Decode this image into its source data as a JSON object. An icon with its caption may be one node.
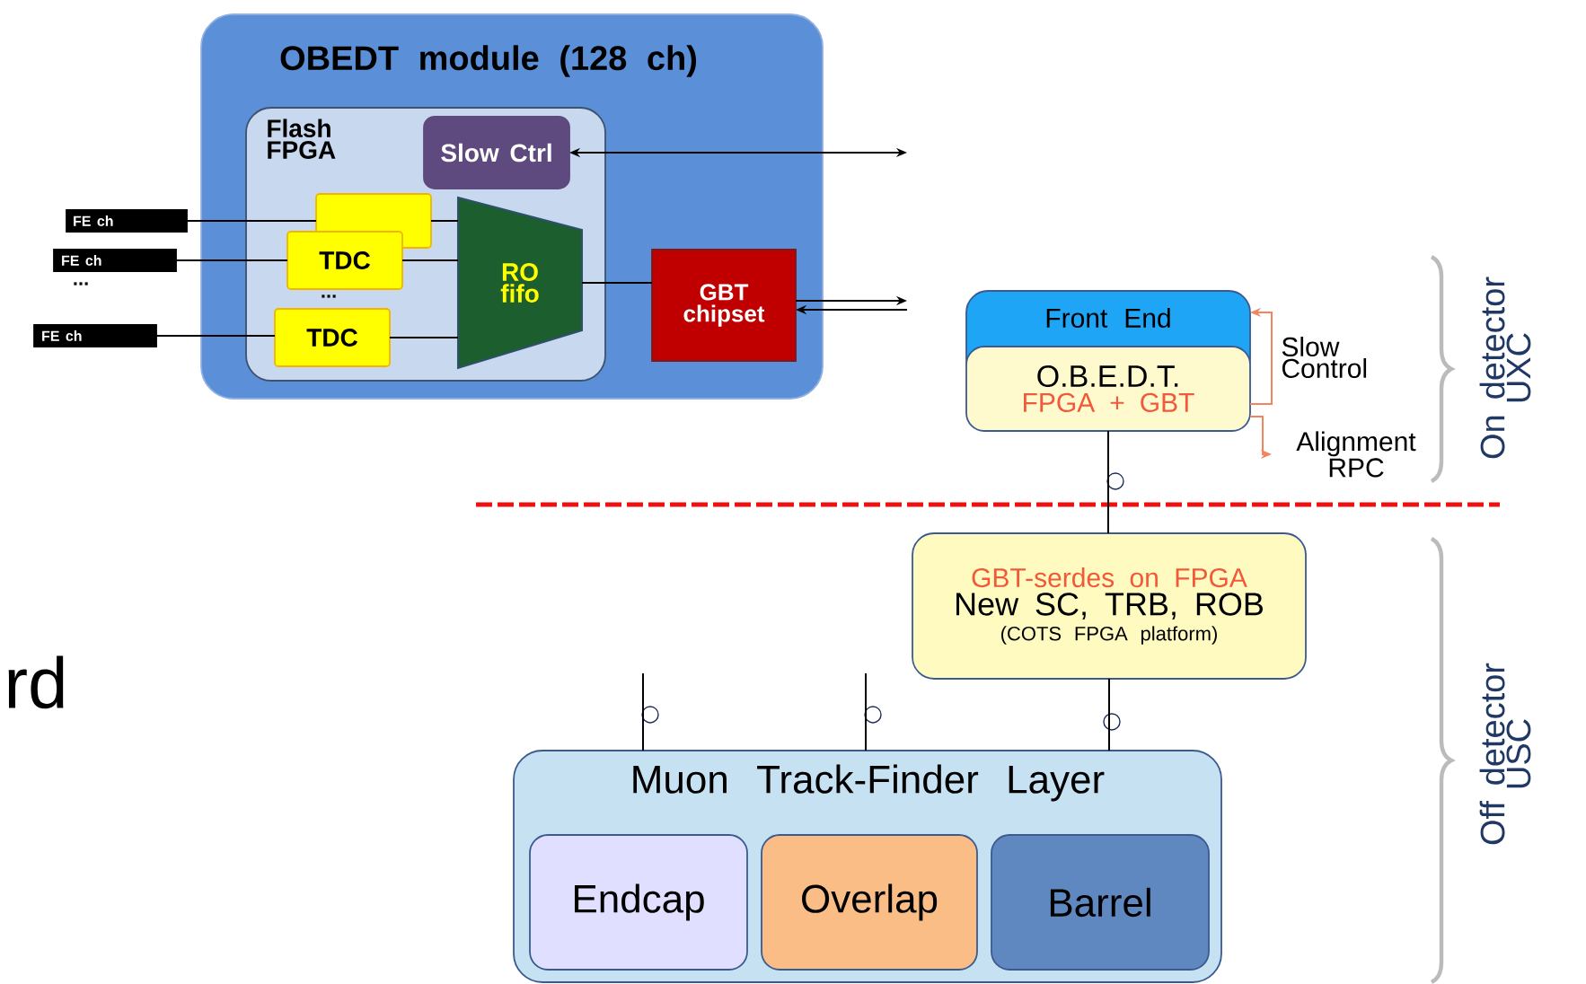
{
  "diagram": {
    "nodes": [
      {
        "text": [
          "OBEDT module (128 ch)"
        ]
      },
      {
        "text": [
          "Flash FPGA"
        ],
        "in": 0
      },
      {
        "text": [
          "Slow Ctrl"
        ],
        "in": 1
      },
      {
        "text": [],
        "shape": "box",
        "in": 1
      },
      {
        "text": [
          "TDC"
        ],
        "in": 1
      },
      {
        "text": [
          "TDC"
        ],
        "in": 1
      },
      {
        "text": [
          "RO fifo"
        ],
        "in": 1
      },
      {
        "text": [
          "GBT chipset"
        ],
        "in": 0
      },
      {
        "text": [
          "FE ch"
        ]
      },
      {
        "text": [
          "FE ch"
        ]
      },
      {
        "text": [
          "FE ch"
        ]
      },
      {
        "text": [
          "Front End"
        ]
      },
      {
        "text": [
          "O.B.E.D.T.",
          "FPGA + GBT"
        ]
      },
      {
        "text": [
          "GBT-serdes on FPGA",
          "New SC, TRB, ROB",
          "(COTS FPGA platform)"
        ]
      },
      {
        "text": [
          "Muon Track-Finder Layer"
        ]
      },
      {
        "text": [
          "Endcap"
        ],
        "in": 14
      },
      {
        "text": [
          "Overlap"
        ],
        "in": 14
      },
      {
        "text": [
          "Barrel"
        ],
        "in": 14
      },
      {
        "text": [
          "Alignment RPC"
        ]
      }
    ],
    "edges": [
      {
        "from": 8,
        "to": 3,
        "arrow": "none"
      },
      {
        "from": 9,
        "to": 4,
        "arrow": "none"
      },
      {
        "from": 10,
        "to": 5,
        "arrow": "none"
      },
      {
        "from": 3,
        "to": 6,
        "arrow": "none"
      },
      {
        "from": 4,
        "to": 6,
        "arrow": "none"
      },
      {
        "from": 5,
        "to": 6,
        "arrow": "none"
      },
      {
        "from": 6,
        "to": 7,
        "arrow": "none"
      },
      {
        "from": 2,
        "to": null,
        "arrow": "both"
      },
      {
        "from": 7,
        "to": null,
        "arrow": "to"
      },
      {
        "from": null,
        "to": 7,
        "arrow": "to"
      },
      {
        "from": 12,
        "to": 11,
        "arrow": "to",
        "label": "Slow Control",
        "color": "#f4845f"
      },
      {
        "from": 12,
        "to": 18,
        "arrow": "to",
        "color": "#f4845f"
      },
      {
        "from": 12,
        "to": 13,
        "arrow": "none"
      },
      {
        "from": 13,
        "to": 14,
        "arrow": "none"
      },
      {
        "from": null,
        "to": 14,
        "arrow": "none"
      },
      {
        "from": null,
        "to": 14,
        "arrow": "none"
      }
    ],
    "labels": [
      "...",
      "...",
      "rd",
      "On detector UXC",
      "Off detector USC"
    ]
  }
}
